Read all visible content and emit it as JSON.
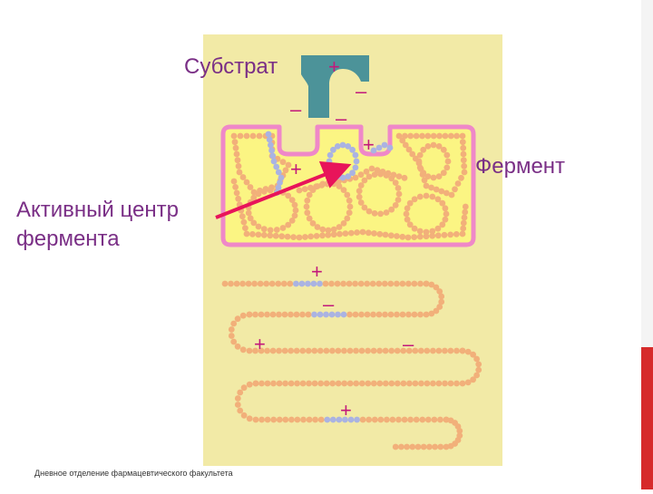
{
  "labels": {
    "substrate": "Субстрат",
    "enzyme": "Фермент",
    "active_center_line1": "Активный центр",
    "active_center_line2": "фермента"
  },
  "footer": "Дневное отделение фармацевтического факультета",
  "charges": {
    "substrate_plus": "+",
    "substrate_minus_right": "–",
    "substrate_minus_left": "–",
    "site_minus": "–",
    "site_plus_right": "+",
    "site_plus_left": "+",
    "chain_plus_1": "+",
    "chain_minus_1": "–",
    "chain_plus_2": "+",
    "chain_minus_2": "–",
    "chain_plus_3": "+"
  },
  "colors": {
    "panel_background": "#f2eaa6",
    "enzyme_fill": "#fbf583",
    "enzyme_outline": "#ef88c8",
    "substrate": "#4c9399",
    "bead_orange": "#f2b07a",
    "bead_blue": "#aab3e2",
    "charge_text": "#c2187b",
    "arrow": "#e8145a",
    "label_text": "#7a2f86",
    "accent_bar": "#d62b2b"
  }
}
